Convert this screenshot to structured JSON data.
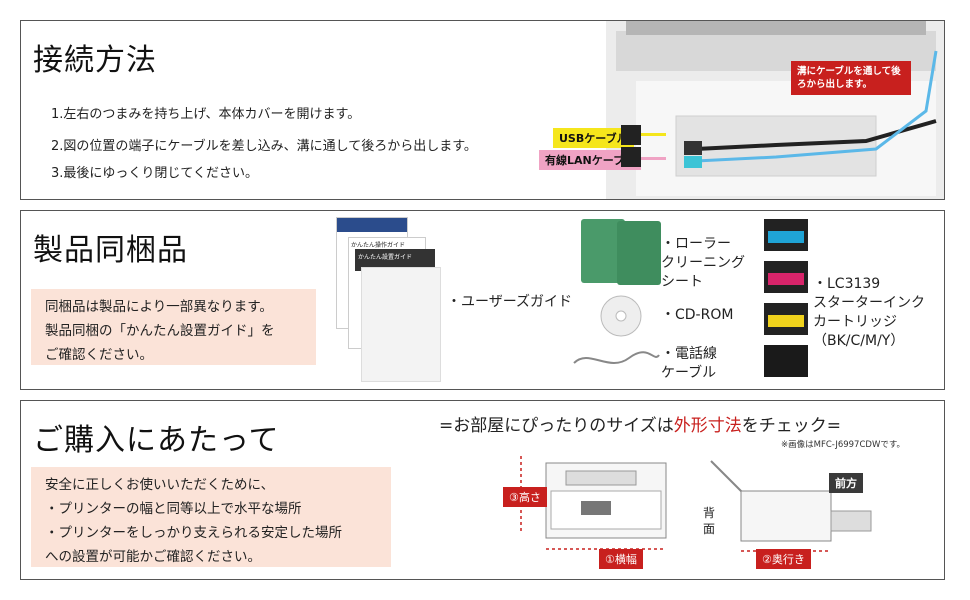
{
  "connection": {
    "title": "接続方法",
    "steps": [
      "1.左右のつまみを持ち上げ、本体カバーを開けます。",
      "2.図の位置の端子にケーブルを差し込み、溝に通して後ろから出します。",
      "3.最後にゆっくり閉じてください。"
    ],
    "usb_tag": "USBケーブル",
    "lan_tag": "有線LANケーブル",
    "callout": "溝にケーブルを通して後ろから出します。"
  },
  "contents": {
    "title": "製品同梱品",
    "note": [
      "同梱品は製品により一部異なります。",
      "製品同梱の「かんたん設置ガイド」を",
      "ご確認ください。"
    ],
    "booklet_label": "かんたん操作ガイド",
    "booklet_label2": "かんたん設置ガイド",
    "user_guide": "・ユーザーズガイド",
    "roller": [
      "・ローラー",
      "クリーニング",
      "シート"
    ],
    "cdrom": "・CD-ROM",
    "cable": [
      "・電話線",
      "ケーブル"
    ],
    "ink": [
      "・LC3139",
      "スターターインク",
      "カートリッジ",
      "（BK/C/M/Y）"
    ]
  },
  "purchase": {
    "title": "ご購入にあたって",
    "note": [
      "安全に正しくお使いいただくために、",
      "・プリンターの幅と同等以上で水平な場所",
      "・プリンターをしっかり支えられる安定した場所",
      "への設置が可能かご確認ください。"
    ],
    "size_heading_pre": "=お部屋にぴったりのサイズは",
    "size_heading_em": "外形寸法",
    "size_heading_post": "をチェック=",
    "image_note": "※画像はMFC-J6997CDWです。",
    "height_label": "③高さ",
    "width_label": "①横幅",
    "depth_label": "②奥行き",
    "front_label": "前方",
    "back_label": "背面"
  },
  "colors": {
    "accent_red": "#c8201e",
    "pink": "#fbe3d8",
    "usb_yellow": "#f5e61c",
    "lan_pink": "#f0a3c4",
    "cable_blue": "#5bb8e8"
  }
}
